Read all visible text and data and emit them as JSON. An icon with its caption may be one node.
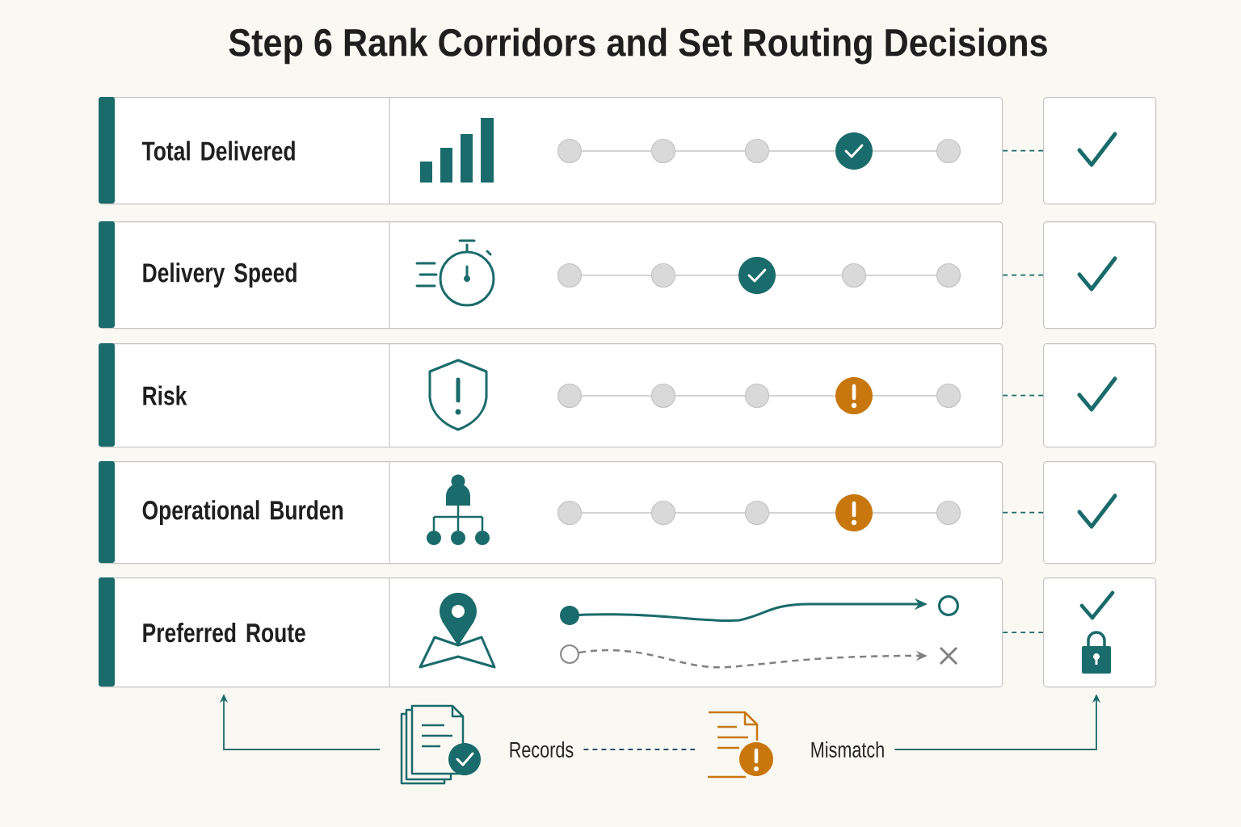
{
  "diagram": {
    "title": "Step 6 Rank Corridors and Set Routing Decisions",
    "nodes": [
      {
        "text": [
          "Total Delivered"
        ]
      },
      {
        "text": [
          "Delivery Speed"
        ]
      },
      {
        "text": [
          "Risk"
        ]
      },
      {
        "text": [
          "Operational Burden"
        ]
      },
      {
        "text": [
          "Preferred Route"
        ]
      },
      {
        "text": [],
        "shape": "box"
      },
      {
        "text": [],
        "shape": "box"
      },
      {
        "text": [],
        "shape": "box"
      },
      {
        "text": [],
        "shape": "box"
      },
      {
        "text": [],
        "shape": "box"
      },
      {
        "text": [
          "Records"
        ]
      },
      {
        "text": [
          "Mismatch"
        ]
      }
    ],
    "edges": [
      {
        "from": 0,
        "to": 5,
        "arrow": "none",
        "style": "dashed"
      },
      {
        "from": 1,
        "to": 6,
        "arrow": "none",
        "style": "dashed"
      },
      {
        "from": 2,
        "to": 7,
        "arrow": "none",
        "style": "dashed"
      },
      {
        "from": 3,
        "to": 8,
        "arrow": "none",
        "style": "dashed"
      },
      {
        "from": 4,
        "to": 9,
        "arrow": "none",
        "style": "dashed"
      },
      {
        "from": 10,
        "to": 4,
        "arrow": "to"
      },
      {
        "from": 10,
        "to": 11,
        "arrow": "none",
        "style": "dashed",
        "color": "#2a4f6b"
      },
      {
        "from": 11,
        "to": 9,
        "arrow": "to"
      }
    ]
  }
}
